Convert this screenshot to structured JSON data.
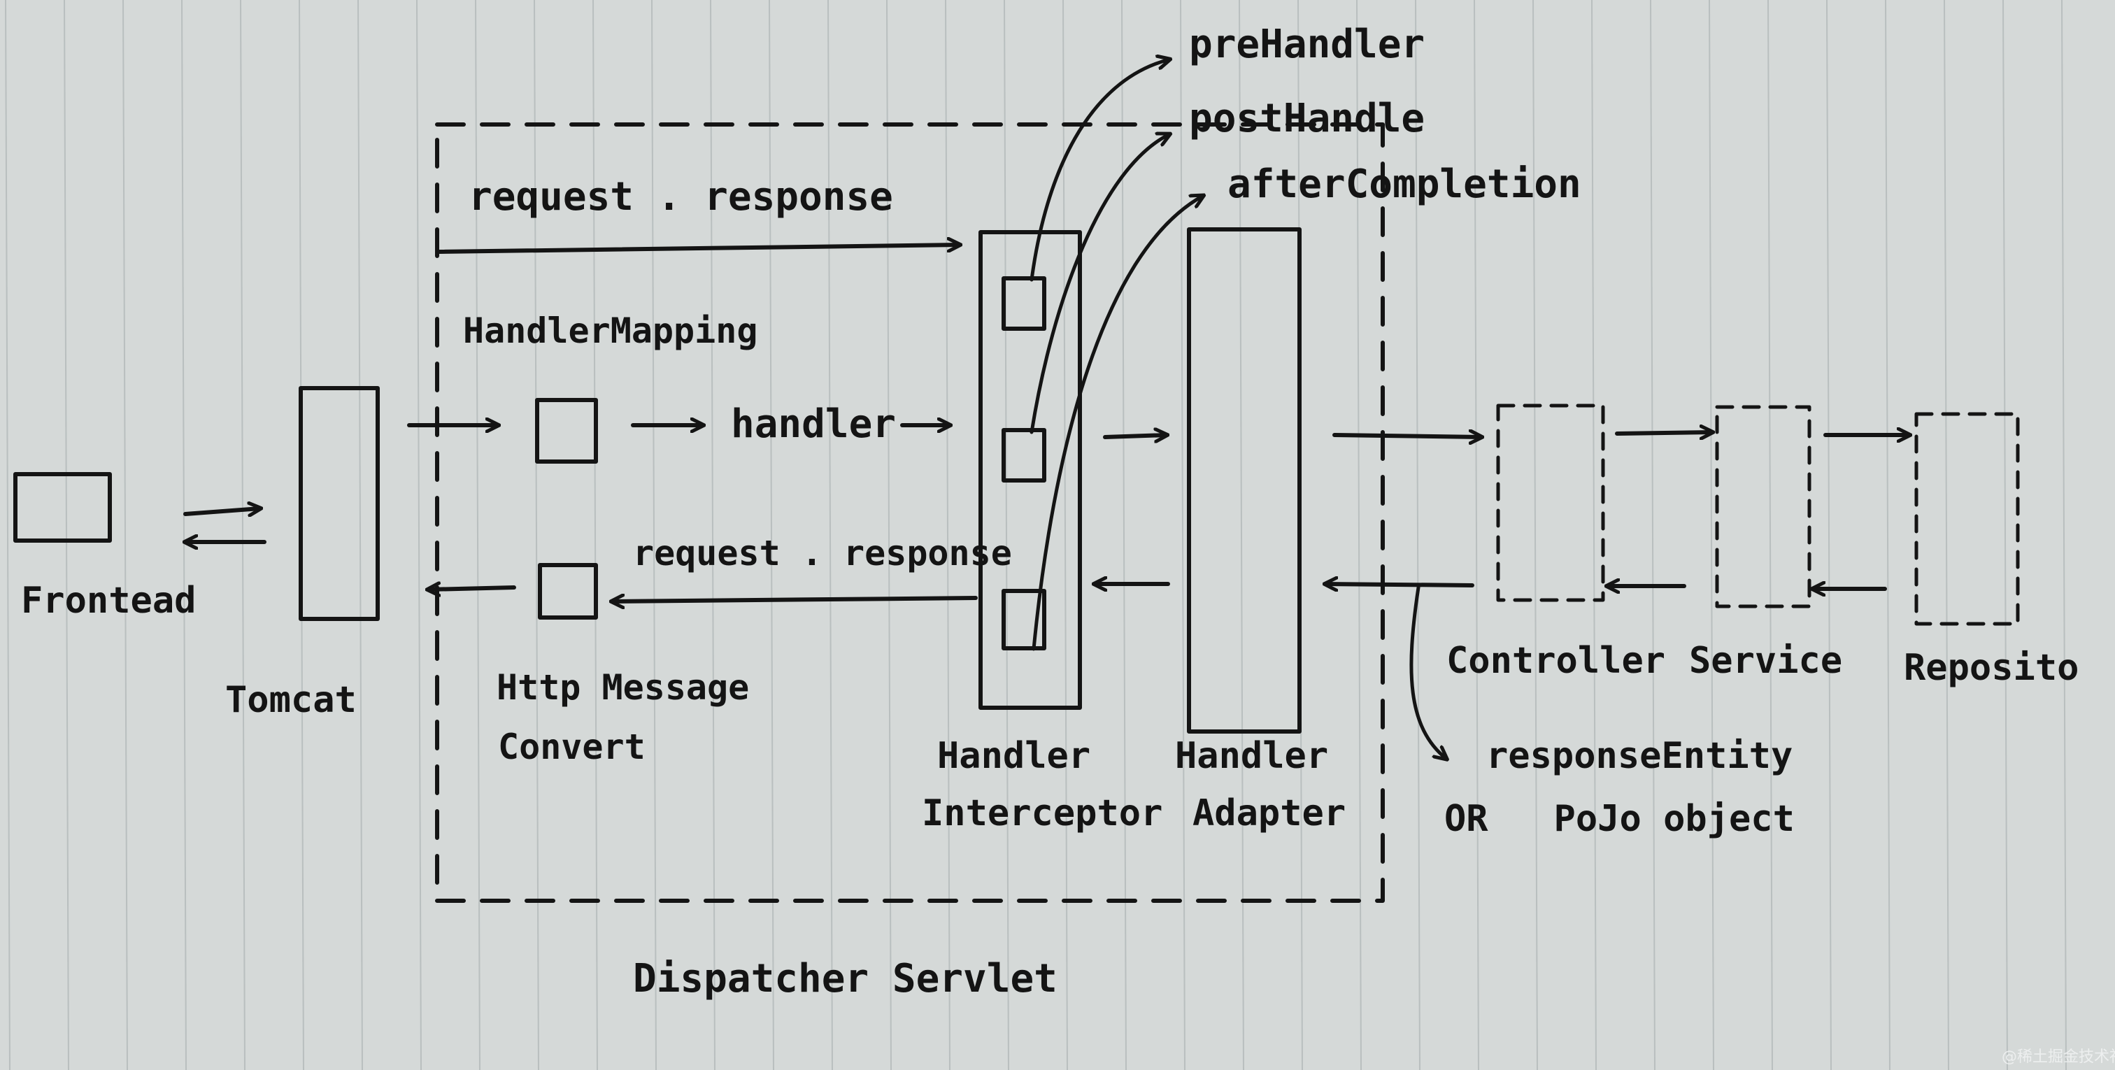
{
  "labels": {
    "frontend": "Frontead",
    "tomcat": "Tomcat",
    "request_response_top": "request . response",
    "handler_mapping": "HandlerMapping",
    "handler": "handler",
    "request_response_bottom": "request . response",
    "http_message_line1": "Http Message",
    "http_message_line2": "Convert",
    "interceptor_line1": "Handler",
    "interceptor_line2": "Interceptor",
    "adapter_line1": "Handler",
    "adapter_line2": "Adapter",
    "pre_handler": "preHandler",
    "post_handle": "postHandle",
    "after_completion": "afterCompletion",
    "controller": "Controller",
    "service": "Service",
    "repository": "Reposito",
    "response_entity": "responseEntity",
    "pojo_object": "OR   PoJo object",
    "dispatcher_servlet": "Dispatcher Servlet"
  },
  "watermark": "@稀土掘金技术社区",
  "colors": {
    "paper": "#d5d9d8",
    "ink": "#141414",
    "ruled_line": "#b9bfbf"
  }
}
